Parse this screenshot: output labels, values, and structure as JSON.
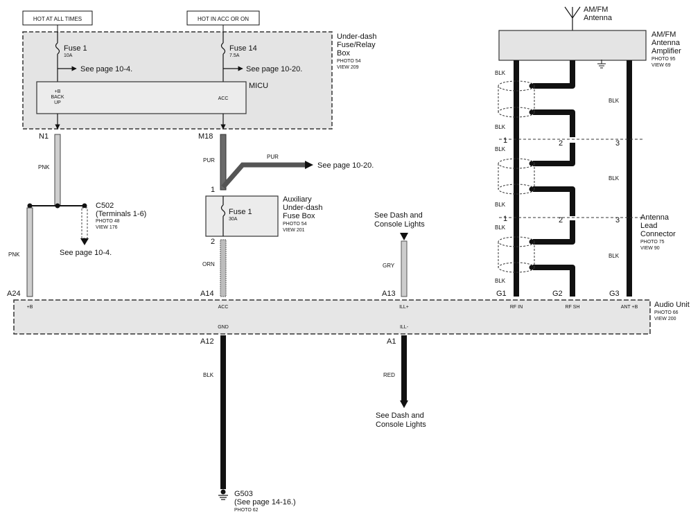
{
  "power": {
    "hot_at_all_times": "HOT AT ALL TIMES",
    "hot_in_acc": "HOT IN ACC OR ON"
  },
  "underdash_box": {
    "name_line1": "Under-dash",
    "name_line2": "Fuse/Relay",
    "name_line3": "Box",
    "photo": "PHOTO 54",
    "view": "VIEW 209"
  },
  "fuse1": {
    "label": "Fuse 1",
    "rating": "10A",
    "ref": "See page 10-4."
  },
  "fuse14": {
    "label": "Fuse 14",
    "rating": "7.5A",
    "ref": "See page 10-20."
  },
  "micu": {
    "name": "MICU",
    "backup_line1": "+B",
    "backup_line2": "BACK",
    "backup_line3": "UP",
    "acc": "ACC"
  },
  "n1": "N1",
  "m18": "M18",
  "wire_pnk": "PNK",
  "wire_pur": "PUR",
  "wire_pur_branch": "PUR",
  "pur_ref": "See page 10-20.",
  "c502": {
    "name": "C502",
    "terminals": "(Terminals 1-6)",
    "photo": "PHOTO 48",
    "view": "VIEW 176",
    "ref": "See page 10-4."
  },
  "aux_box": {
    "pin1": "1",
    "pin2": "2",
    "fuse": "Fuse 1",
    "rating": "30A",
    "name_line1": "Auxiliary",
    "name_line2": "Under-dash",
    "name_line3": "Fuse Box",
    "photo": "PHOTO 54",
    "view": "VIEW 201"
  },
  "wire_orn": "ORN",
  "dash_lights_top_line1": "See Dash and",
  "dash_lights_top_line2": "Console Lights",
  "wire_gry": "GRY",
  "antenna": {
    "name_line1": "AM/FM",
    "name_line2": "Antenna"
  },
  "amplifier": {
    "name_line1": "AM/FM",
    "name_line2": "Antenna",
    "name_line3": "Amplifier",
    "photo": "PHOTO 95",
    "view": "VIEW 69"
  },
  "wire_blk": "BLK",
  "conn_pins": {
    "p1": "1",
    "p2": "2",
    "p3": "3"
  },
  "lead_connector": {
    "name_line1": "Antenna",
    "name_line2": "Lead",
    "name_line3": "Connector",
    "photo": "PHOTO 75",
    "view": "VIEW 90"
  },
  "audio_unit": {
    "name": "Audio Unit",
    "photo": "PHOTO 66",
    "view": "VIEW 200",
    "pin_a24": "A24",
    "pin_a14": "A14",
    "pin_a13": "A13",
    "pin_g1": "G1",
    "pin_g2": "G2",
    "pin_g3": "G3",
    "pin_a12": "A12",
    "pin_a1": "A1",
    "t_b": "+B",
    "t_acc": "ACC",
    "t_ill_plus": "ILL+",
    "t_rf_in": "RF IN",
    "t_rf_sh": "RF SH",
    "t_ant_b": "ANT +B",
    "t_gnd": "GND",
    "t_ill_minus": "ILL-"
  },
  "wire_red": "RED",
  "dash_lights_bottom_line1": "See Dash and",
  "dash_lights_bottom_line2": "Console Lights",
  "g503": {
    "name": "G503",
    "ref": "(See page 14-16.)",
    "photo": "PHOTO 62"
  }
}
